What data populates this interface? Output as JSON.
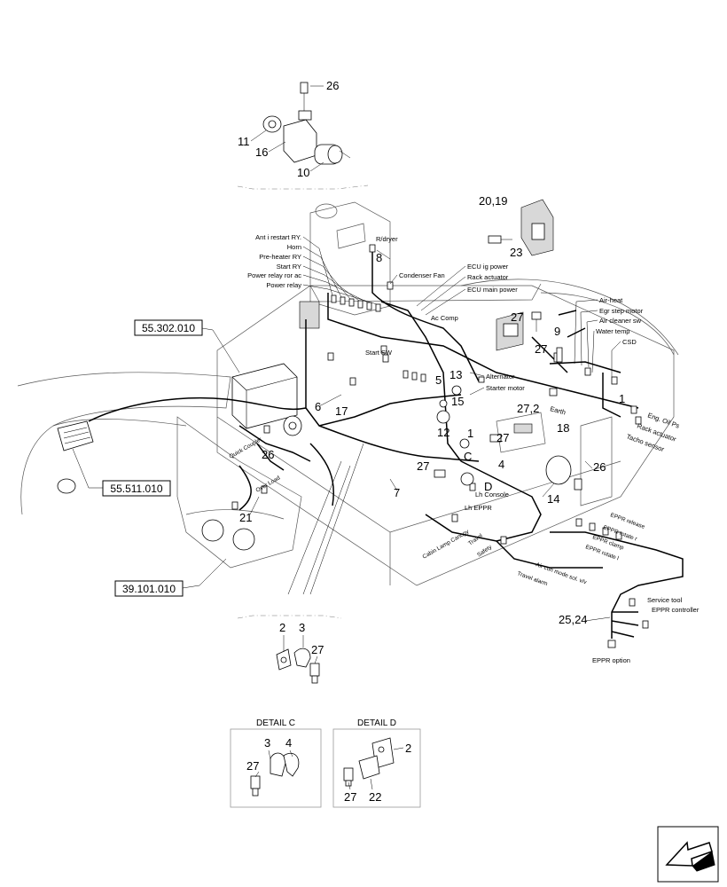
{
  "callouts": {
    "n26a": "26",
    "n11": "11",
    "n16": "16",
    "n10": "10",
    "n2019": "20,19",
    "n23": "23",
    "n8": "8",
    "n27a": "27",
    "n9": "9",
    "n27b": "27",
    "n1a": "1",
    "n13": "13",
    "n5": "5",
    "n15": "15",
    "n12": "12",
    "n1b": "1",
    "n6": "6",
    "n17": "17",
    "n272": "27,2",
    "n18": "18",
    "n27c": "27",
    "n4": "4",
    "n27d": "27",
    "n26b": "26",
    "n14": "14",
    "n26c": "26",
    "n7": "7",
    "n21": "21",
    "nC": "C",
    "nD": "D",
    "n2524": "25,24",
    "n2a": "2",
    "n3a": "3",
    "n27e": "27"
  },
  "labels": {
    "ant_restart": "Ant i restart RY.",
    "horn": "Horn",
    "preheater": "Pre-heater RY",
    "start_ry": "Start RY",
    "power_relay_ac": "Power relay ror ac",
    "power_relay": "Power relay",
    "rdryer": "R/dryer",
    "condenser": "Condenser Fan",
    "ecu_ig": "ECU ig power",
    "rack_act_top": "Rack actuator",
    "ecu_main": "ECU main power",
    "ac_comp": "Ac Comp",
    "start_sw": "Start SW",
    "alternator": "Alternator",
    "starter_motor": "Starter motor",
    "air_heat": "Air-heat",
    "egr": "Egr step motor",
    "air_cleaner": "Air cleaner sw",
    "water_temp": "Water temp",
    "csd": "CSD",
    "earth": "Earth",
    "eng_oil": "Eng. Oil Ps",
    "rack_act_r": "Rack actuator",
    "tacho": "Tacho sensor",
    "lh_console": "Lh Console",
    "lh_eppr": "Lh EPPR",
    "travel": "Travel",
    "safety": "Safety",
    "cabin_lamp": "Cabin Lamp Canopy",
    "air_con_mode": "Air con mode sol. v/v",
    "travel_alarm": "Travel alarm",
    "eppr_release": "EPPR release",
    "eppr_rotate_r": "EPPR rotate r",
    "eppr_clamp": "EPPR clamp",
    "eppr_rotate_l": "EPPR rotate l",
    "service_tool": "Service tool",
    "eppr_controller": "EPPR controller",
    "eppr_option": "EPPR option",
    "quick_coupler": "Quick Coupler",
    "over_load": "Over Load"
  },
  "refs": {
    "r1": "55.302.010",
    "r2": "55.511.010",
    "r3": "39.101.010"
  },
  "detail_c": {
    "title": "DETAIL C",
    "n3": "3",
    "n4": "4",
    "n27": "27"
  },
  "detail_d": {
    "title": "DETAIL D",
    "n2": "2",
    "n27": "27",
    "n22": "22"
  }
}
